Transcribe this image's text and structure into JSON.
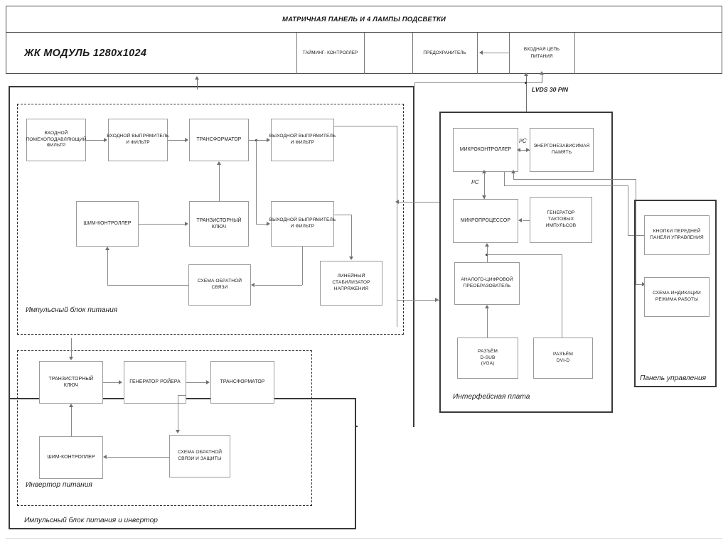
{
  "header": {
    "panel_title": "МАТРИЧНАЯ ПАНЕЛЬ И 4 ЛАМПЫ ПОДСВЕТКИ",
    "module_title": "ЖК МОДУЛЬ 1280x1024",
    "cells": [
      {
        "label": "ТАЙМИНГ- КОНТРОЛЛЕР"
      },
      {
        "label": "ПРЕДОХРАНИТЕЛЬ"
      },
      {
        "label_line1": "ВХОДНАЯ ЦЕПЬ",
        "label_line2": "ПИТАНИЯ"
      }
    ]
  },
  "labels": {
    "lvds": "LVDS 30 PIN",
    "i2c": "I²C",
    "psu_outer": "Импульсный блок питания и инвертор",
    "psu_inner": "Импульсный блок питания",
    "inverter": "Инвертор питания",
    "interface_board": "Интерфейсная плата",
    "control_panel": "Панель управления"
  },
  "psu_blocks": [
    {
      "id": "input-noise-filter",
      "l1": "ВХОДНОЙ",
      "l2": "ПОМЕХОПОДАВЛЯЮЩИЙ",
      "l3": "ФИЛЬТР"
    },
    {
      "id": "input-rectifier",
      "l1": "ВХОДНОЙ ВЫПРЯМИТЕЛЬ",
      "l2": "И ФИЛЬТР"
    },
    {
      "id": "transformer",
      "l1": "ТРАНСФОРМАТОР"
    },
    {
      "id": "output-rectifier-1",
      "l1": "ВЫХОДНОЙ ВЫПРЯМИТЕЛЬ",
      "l2": "И ФИЛЬТР"
    },
    {
      "id": "pwm-controller",
      "l1": "ШИМ-КОНТРОЛЛЕР"
    },
    {
      "id": "transistor-switch",
      "l1": "ТРАНЗИСТОРНЫЙ",
      "l2": "КЛЮЧ"
    },
    {
      "id": "output-rectifier-2",
      "l1": "ВЫХОДНОЙ ВЫПРЯМИТЕЛЬ",
      "l2": "И ФИЛЬТР"
    },
    {
      "id": "feedback-circuit",
      "l1": "СХЕМА ОБРАТНОЙ",
      "l2": "СВЯЗИ"
    },
    {
      "id": "linear-regulator",
      "l1": "ЛИНЕЙНЫЙ",
      "l2": "СТАБИЛИЗАТОР",
      "l3": "НАПРЯЖЕНИЯ"
    }
  ],
  "inverter_blocks": [
    {
      "id": "inv-transistor-switch",
      "l1": "ТРАНЗИСТОРНЫЙ",
      "l2": "КЛЮЧ"
    },
    {
      "id": "royer-generator",
      "l1": "ГЕНЕРАТОР РОЙЕРА"
    },
    {
      "id": "inv-transformer",
      "l1": "ТРАНСФОРМАТОР"
    },
    {
      "id": "inv-pwm-controller",
      "l1": "ШИМ-КОНТРОЛЛЕР"
    },
    {
      "id": "inv-feedback-protect",
      "l1": "СХЕМА ОБРАТНОЙ",
      "l2": "СВЯЗИ  И ЗАЩИТЫ"
    }
  ],
  "interface_blocks": [
    {
      "id": "microcontroller",
      "l1": "МИКРОКОНТРОЛЛЕР"
    },
    {
      "id": "nonvolatile-memory",
      "l1": "ЭНЕРГОНЕЗАВИСИМАЯ",
      "l2": "ПАМЯТЬ"
    },
    {
      "id": "microprocessor",
      "l1": "МИКРОПРОЦЕССОР"
    },
    {
      "id": "clock-generator",
      "l1": "ГЕНЕРАТОР",
      "l2": "ТАКТОВЫХ",
      "l3": "ИМПУЛЬСОВ"
    },
    {
      "id": "adc",
      "l1": "АНАЛОГО-ЦИФРОВОЙ",
      "l2": "ПРЕОБРАЗОВАТЕЛЬ"
    },
    {
      "id": "dsub-connector",
      "l1": "РАЗЪЁМ",
      "l2": "D-SUB",
      "l3": "(VGA)"
    },
    {
      "id": "dvid-connector",
      "l1": "РАЗЪЁМ",
      "l2": "DVI-D"
    }
  ],
  "control_panel_blocks": [
    {
      "id": "front-panel-buttons",
      "l1": "КНОПКИ ПЕРЕДНЕЙ",
      "l2": "ПАНЕЛИ УПРАВЛЕНИЯ"
    },
    {
      "id": "mode-indication",
      "l1": "СХЕМА ИНДИКАЦИИ",
      "l2": "РЕЖИМА РАБОТЫ"
    }
  ],
  "colors": {
    "box_border": "#9a9a9a",
    "frame_solid": "#3a3a3a",
    "frame_dashed": "#2e2e2e",
    "wire": "#8a8a8a",
    "text": "#1a1a1a"
  }
}
